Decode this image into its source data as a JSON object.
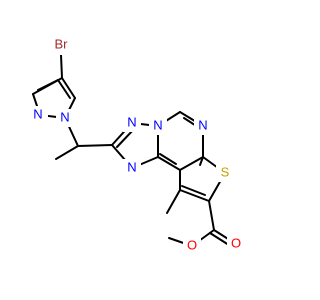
{
  "molecule": {
    "atoms": {
      "br": {
        "label": "Br",
        "color": "#a52a2a"
      },
      "n_pyrazole_2": {
        "label": "N",
        "color": "#0000ff"
      },
      "n_pyrazole_1": {
        "label": "N",
        "color": "#0000ff"
      },
      "n_triazole_upper": {
        "label": "N",
        "color": "#0000ff"
      },
      "n_triazole_bridge": {
        "label": "N",
        "color": "#0000ff"
      },
      "n_triazole_lower": {
        "label": "N",
        "color": "#0000ff"
      },
      "n_pyrimidine": {
        "label": "N",
        "color": "#0000ff"
      },
      "s_thiophene": {
        "label": "S",
        "color": "#c8a000"
      },
      "o_carbonyl": {
        "label": "O",
        "color": "#ff0000"
      },
      "o_ester": {
        "label": "O",
        "color": "#ff0000"
      }
    },
    "colors": {
      "bond": "#000000",
      "background": "#ffffff"
    }
  }
}
